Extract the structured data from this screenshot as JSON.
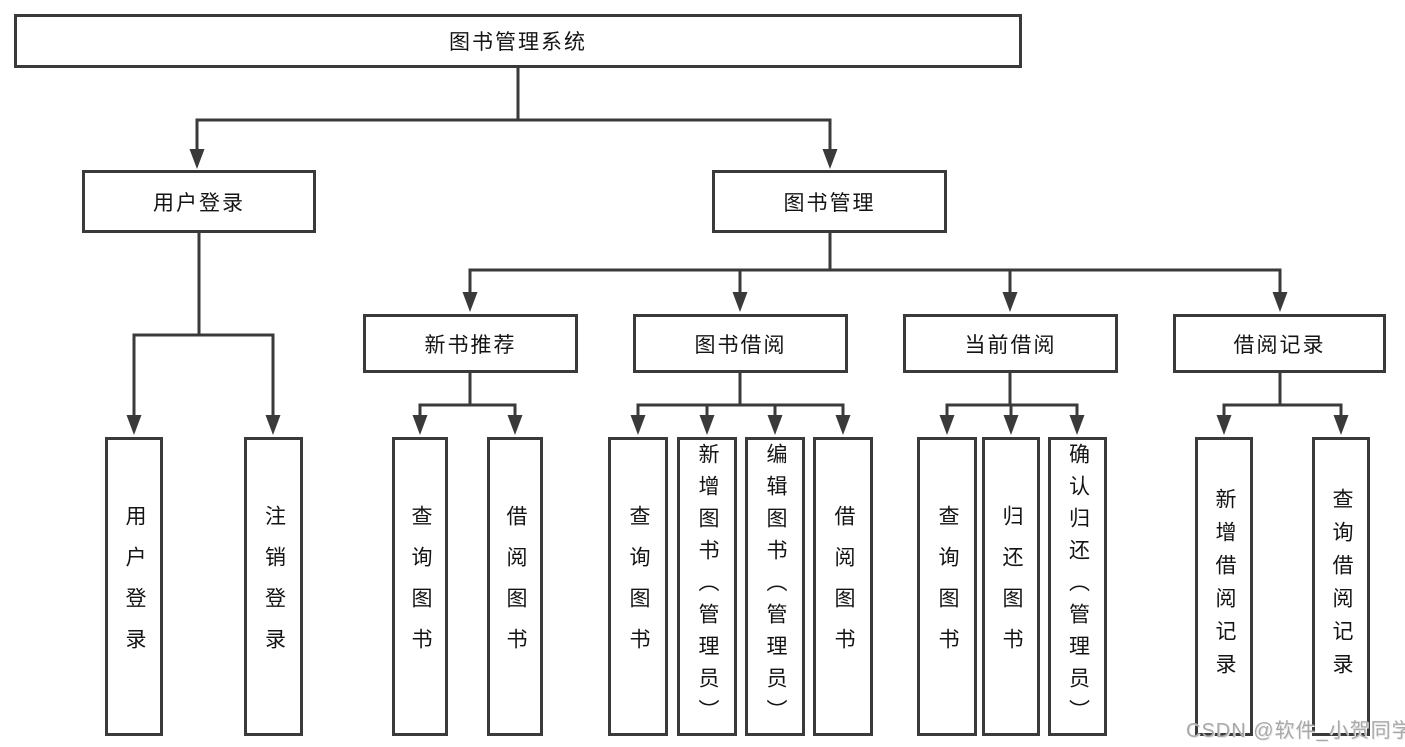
{
  "tree": {
    "label": "图书管理系统",
    "children": [
      {
        "label": "用户登录",
        "children": [
          {
            "label": "用户登录"
          },
          {
            "label": "注销登录"
          }
        ]
      },
      {
        "label": "图书管理",
        "children": [
          {
            "label": "新书推荐",
            "children": [
              {
                "label": "查询图书"
              },
              {
                "label": "借阅图书"
              }
            ]
          },
          {
            "label": "图书借阅",
            "children": [
              {
                "label": "查询图书"
              },
              {
                "label": "新增图书（管理员）"
              },
              {
                "label": "编辑图书（管理员）"
              },
              {
                "label": "借阅图书"
              }
            ]
          },
          {
            "label": "当前借阅",
            "children": [
              {
                "label": "查询图书"
              },
              {
                "label": "归还图书"
              },
              {
                "label": "确认归还（管理员）"
              }
            ]
          },
          {
            "label": "借阅记录",
            "children": [
              {
                "label": "新增借阅记录"
              },
              {
                "label": "查询借阅记录"
              }
            ]
          }
        ]
      }
    ]
  },
  "watermark": {
    "text": "CSDN @软件_小贺同学"
  },
  "colors": {
    "line": "#3a3a3a",
    "watermark": "#a9a9a9"
  }
}
